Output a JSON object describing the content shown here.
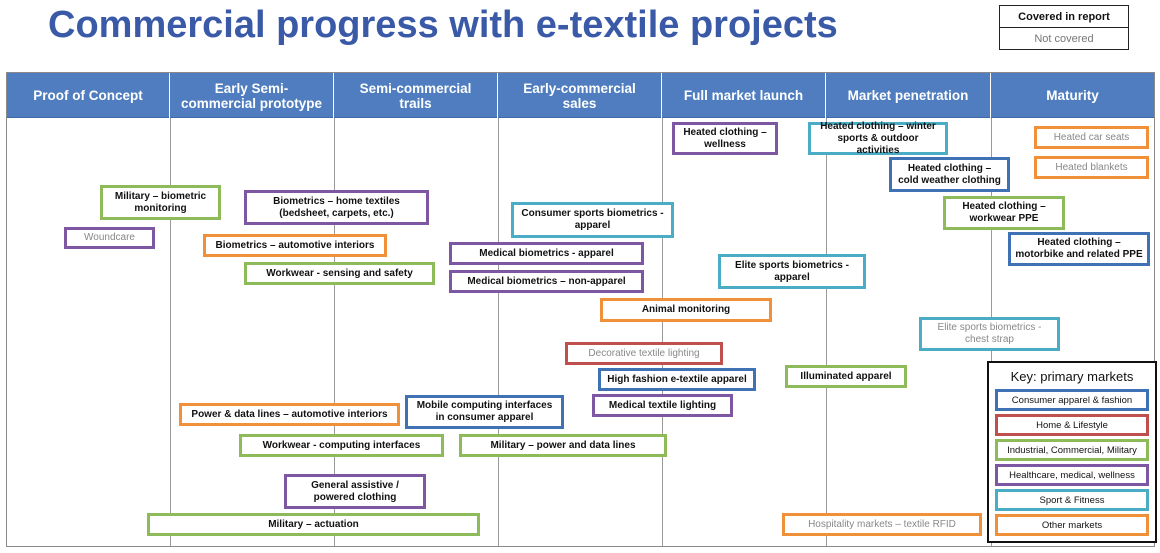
{
  "title": "Commercial progress with e-textile projects",
  "legend": {
    "covered": "Covered in report",
    "not_covered": "Not covered"
  },
  "stages": [
    "Proof of Concept",
    "Early Semi-\ncommercial prototype",
    "Semi-commercial\ntrails",
    "Early-commercial\nsales",
    "Full market launch",
    "Market penetration",
    "Maturity"
  ],
  "colors": {
    "blue": "#3f72b5",
    "red": "#c0504d",
    "green": "#8dbb5a",
    "purple": "#7e57a3",
    "teal": "#4bacc6",
    "orange": "#f0913a",
    "header": "#4f7dbf",
    "title": "#3a5aa8"
  },
  "projects": [
    {
      "label": "Heated clothing –\nwellness",
      "market": "purple",
      "covered": true
    },
    {
      "label": "Heated clothing – winter\nsports & outdoor activities",
      "market": "teal",
      "covered": true
    },
    {
      "label": "Heated car seats",
      "market": "orange",
      "covered": false
    },
    {
      "label": "Heated blankets",
      "market": "orange",
      "covered": false
    },
    {
      "label": "Heated clothing –\ncold weather clothing",
      "market": "blue",
      "covered": true
    },
    {
      "label": "Military – biometric\nmonitoring",
      "market": "green",
      "covered": true
    },
    {
      "label": "Biometrics – home textiles\n(bedsheet, carpets, etc.)",
      "market": "purple",
      "covered": true
    },
    {
      "label": "Consumer sports biometrics -\napparel",
      "market": "teal",
      "covered": true
    },
    {
      "label": "Heated clothing –\nworkwear PPE",
      "market": "green",
      "covered": true
    },
    {
      "label": "Woundcare",
      "market": "purple",
      "covered": false
    },
    {
      "label": "Biometrics – automotive interiors",
      "market": "orange",
      "covered": true
    },
    {
      "label": "Heated clothing –\nmotorbike and related PPE",
      "market": "blue",
      "covered": true
    },
    {
      "label": "Medical biometrics - apparel",
      "market": "purple",
      "covered": true
    },
    {
      "label": "Elite sports biometrics -\napparel",
      "market": "teal",
      "covered": true
    },
    {
      "label": "Workwear - sensing and safety",
      "market": "green",
      "covered": true
    },
    {
      "label": "Medical biometrics – non-apparel",
      "market": "purple",
      "covered": true
    },
    {
      "label": "Animal monitoring",
      "market": "orange",
      "covered": true
    },
    {
      "label": "Elite sports biometrics -\nchest strap",
      "market": "teal",
      "covered": false
    },
    {
      "label": "Decorative textile lighting",
      "market": "red",
      "covered": false
    },
    {
      "label": "High fashion e-textile apparel",
      "market": "blue",
      "covered": true
    },
    {
      "label": "Illuminated apparel",
      "market": "green",
      "covered": true
    },
    {
      "label": "Power & data lines – automotive interiors",
      "market": "orange",
      "covered": true
    },
    {
      "label": "Mobile computing interfaces\nin consumer apparel",
      "market": "blue",
      "covered": true
    },
    {
      "label": "Medical textile lighting",
      "market": "purple",
      "covered": true
    },
    {
      "label": "Workwear - computing interfaces",
      "market": "green",
      "covered": true
    },
    {
      "label": "Military – power and data lines",
      "market": "green",
      "covered": true
    },
    {
      "label": "General assistive /\npowered clothing",
      "market": "purple",
      "covered": true
    },
    {
      "label": "Military – actuation",
      "market": "green",
      "covered": true
    },
    {
      "label": "Hospitality markets – textile RFID",
      "market": "orange",
      "covered": false
    }
  ],
  "key": {
    "title": "Key: primary markets",
    "items": [
      {
        "label": "Consumer apparel & fashion",
        "market": "blue"
      },
      {
        "label": "Home & Lifestyle",
        "market": "red"
      },
      {
        "label": "Industrial, Commercial, Military",
        "market": "green"
      },
      {
        "label": "Healthcare, medical, wellness",
        "market": "purple"
      },
      {
        "label": "Sport & Fitness",
        "market": "teal"
      },
      {
        "label": "Other markets",
        "market": "orange"
      }
    ]
  }
}
